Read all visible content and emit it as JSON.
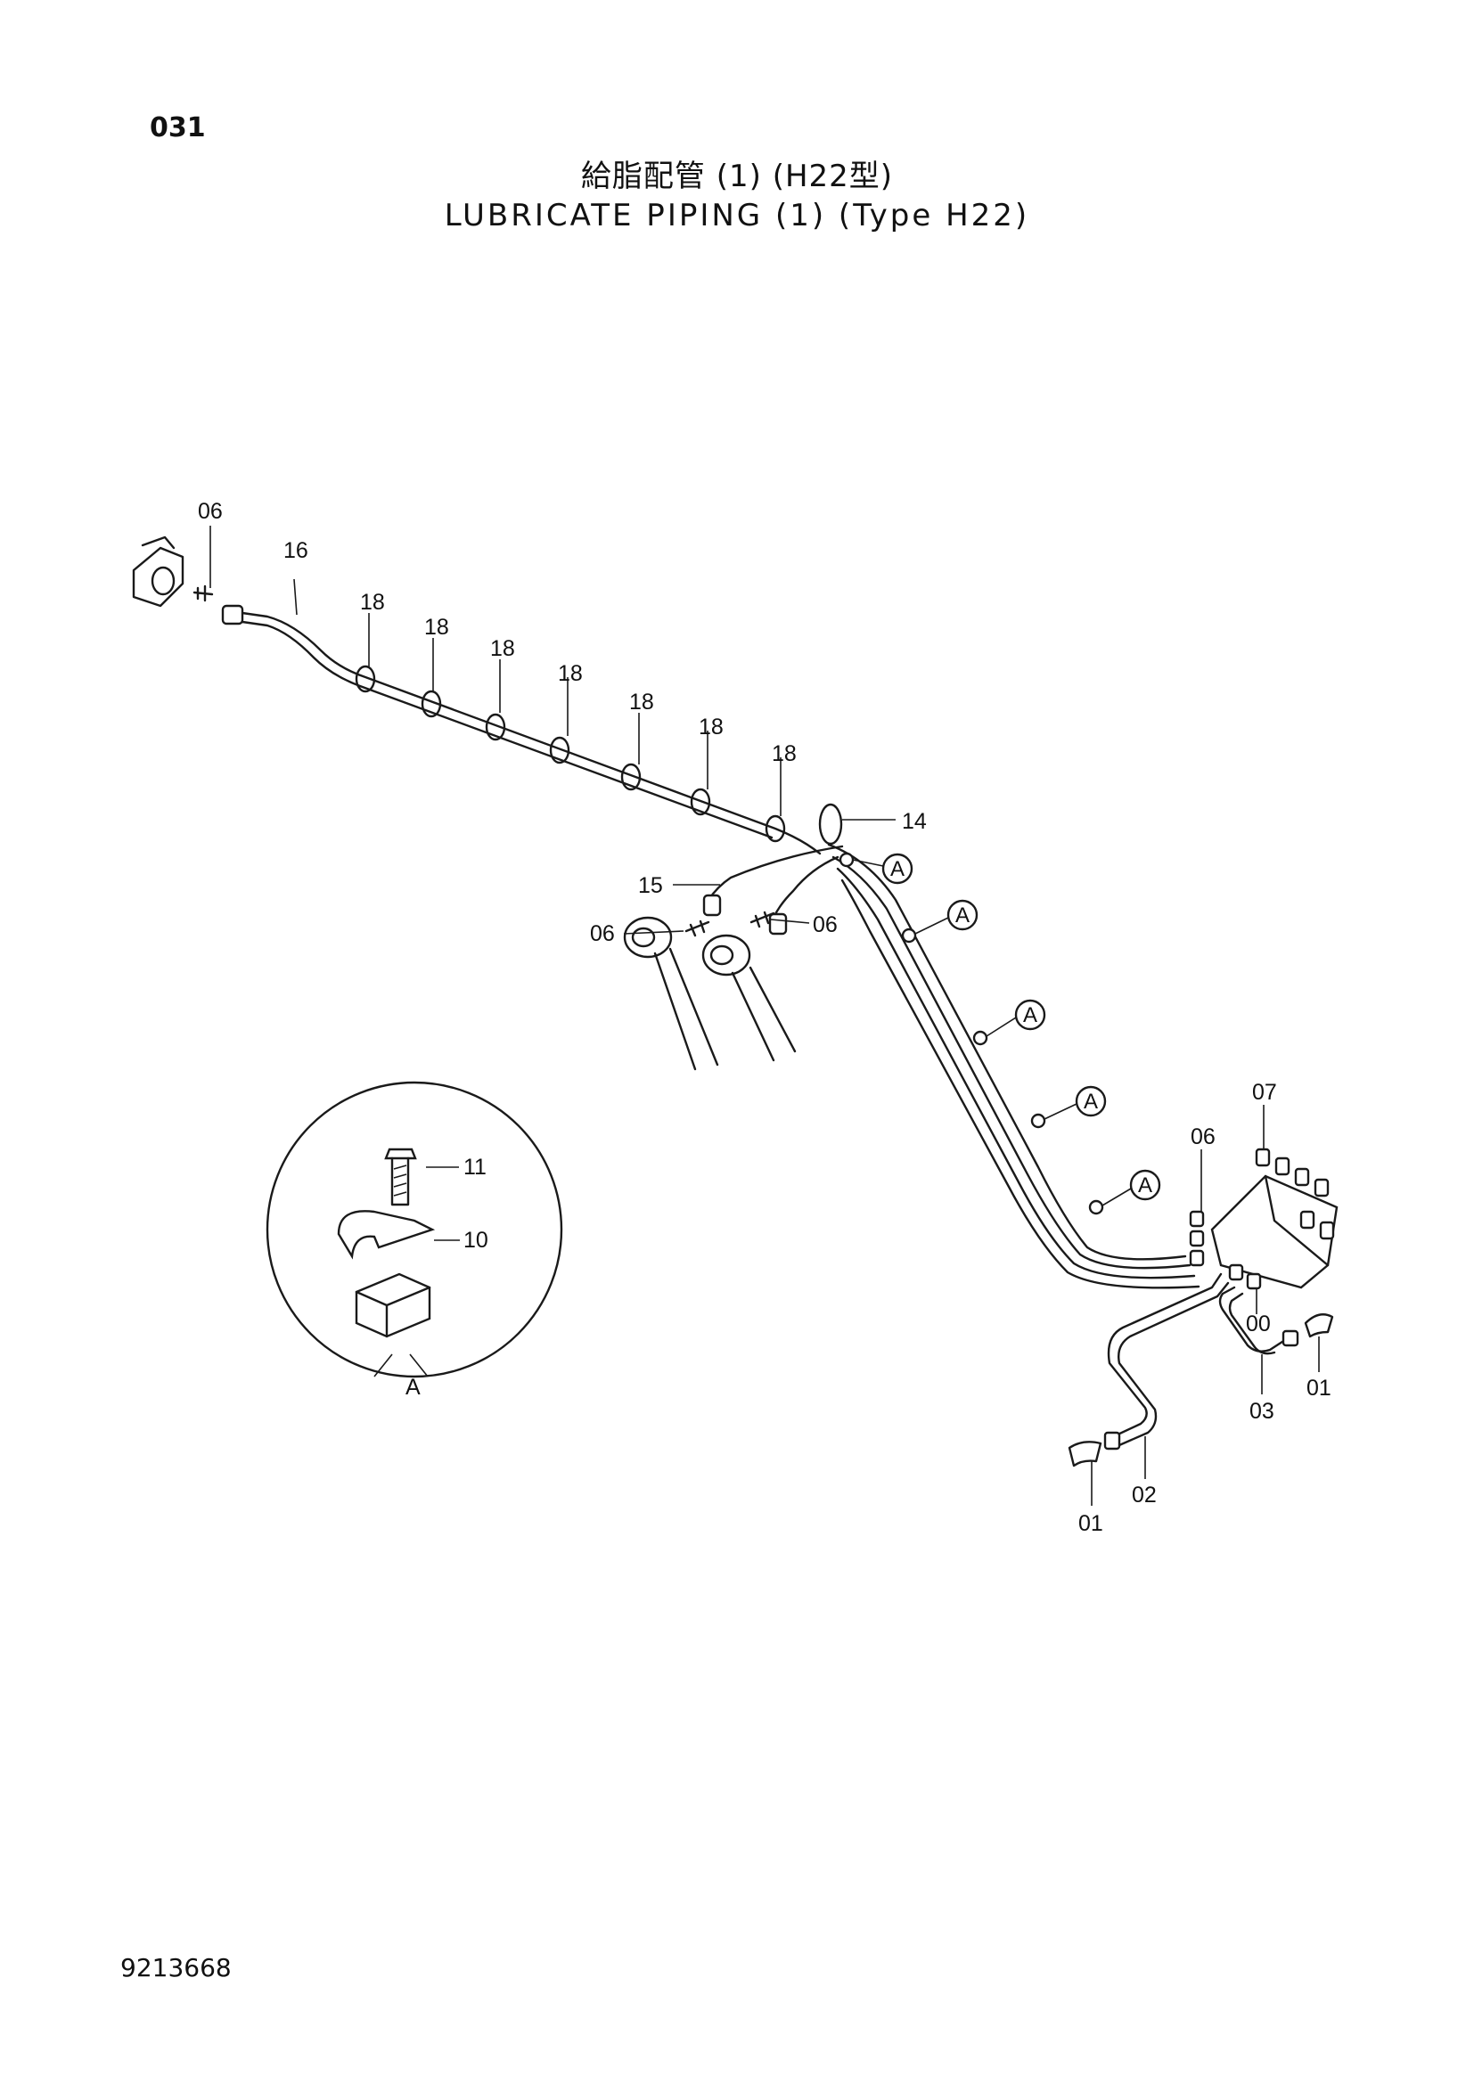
{
  "page_number": "031",
  "title_jp": "給脂配管 (1) (H22型)",
  "title_en": "LUBRICATE PIPING (1) (Type H22)",
  "doc_number": "9213668",
  "detail_view": {
    "label": "A",
    "parts": [
      "11",
      "10"
    ]
  },
  "callouts": {
    "p06_top": "06",
    "p16": "16",
    "p18_list": [
      "18",
      "18",
      "18",
      "18",
      "18",
      "18",
      "18"
    ],
    "p14": "14",
    "p15": "15",
    "p06_left": "06",
    "p06_mid": "06",
    "ref_A": "A",
    "p07": "07",
    "p06_right": "06",
    "p00": "00",
    "p01_right": "01",
    "p03": "03",
    "p01_bottom": "01",
    "p02": "02"
  }
}
